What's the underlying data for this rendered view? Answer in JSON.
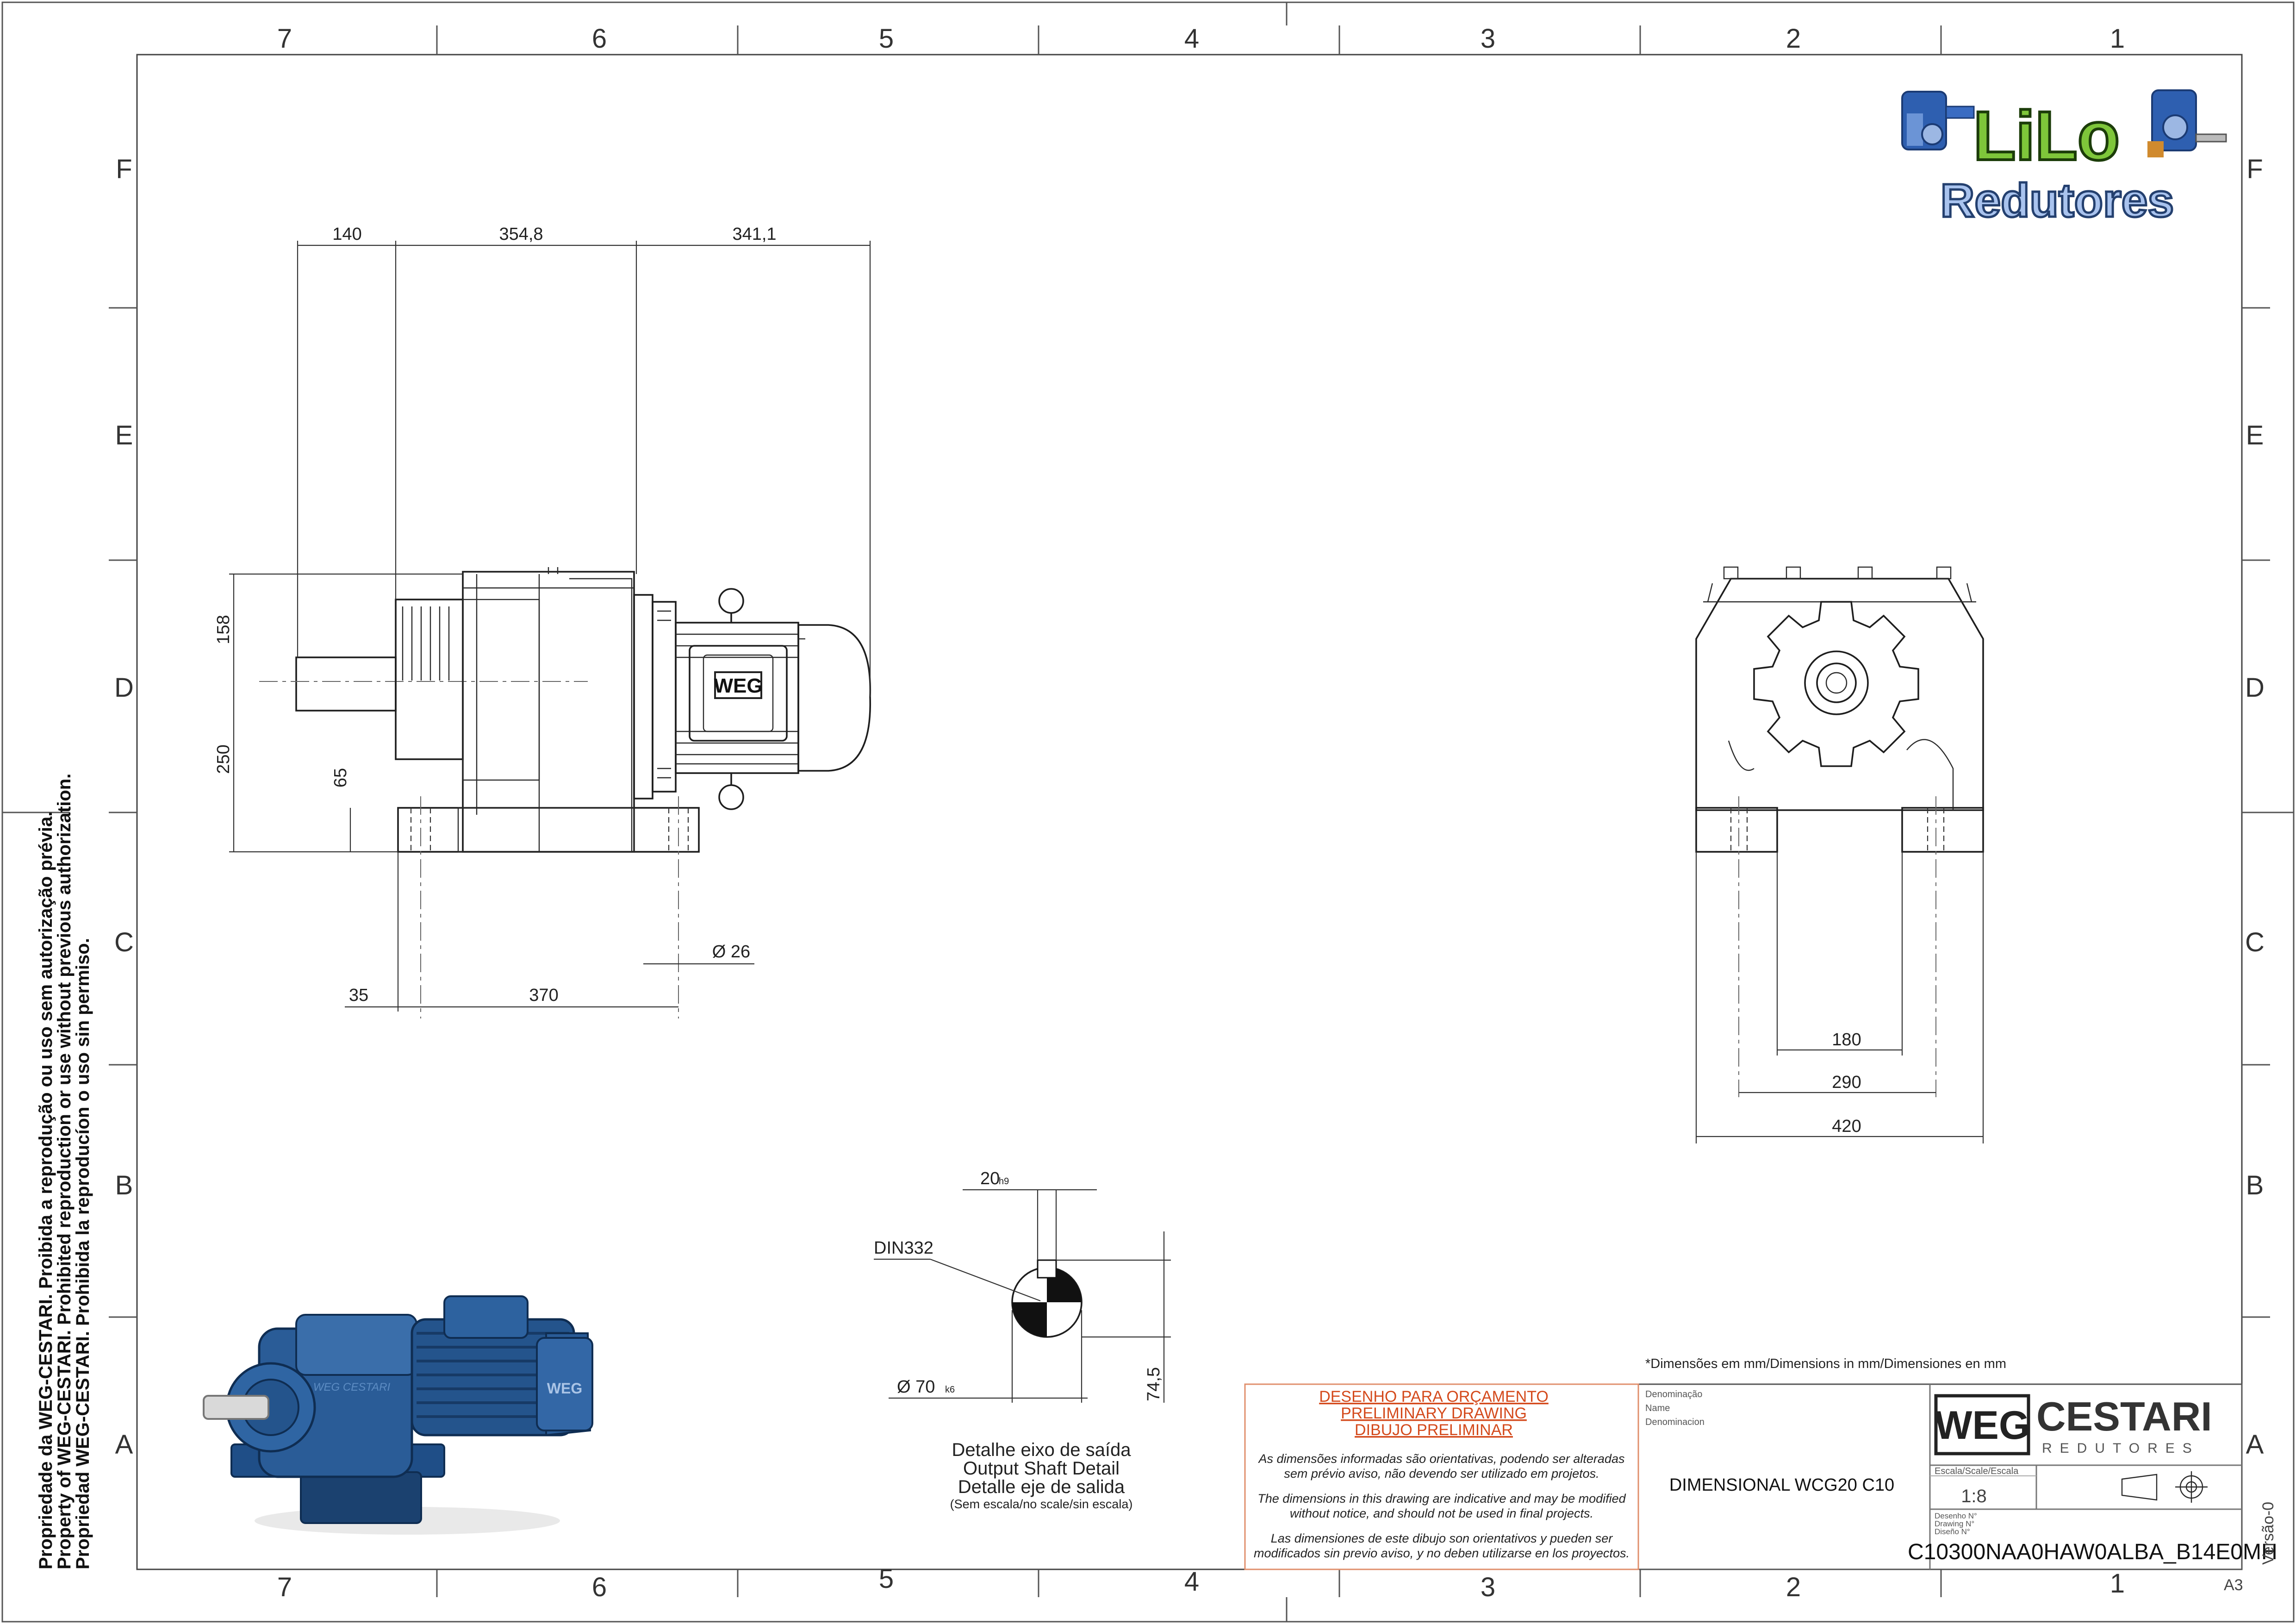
{
  "grid": {
    "columns": [
      "7",
      "6",
      "5",
      "4",
      "3",
      "2",
      "1"
    ],
    "rows": [
      "F",
      "E",
      "D",
      "C",
      "B",
      "A"
    ]
  },
  "brand": {
    "lilo_top": "LiLo",
    "lilo_bottom": "Redutores",
    "weg": "WEG",
    "cestari": "CESTARI",
    "cestari_sub": "REDUTORES",
    "motor_badge": "WEG",
    "model_label": "WEG CESTARI"
  },
  "side_notice": {
    "line1": "Propriedade da WEG-CESTARI. Proibida a reprodução ou uso sem autorização prévia.",
    "line2": "Property of WEG-CESTARI. Prohibited reproduction or use without previous authorization.",
    "line3": "Propriedad WEG-CESTARI. Prohibida la reproducíon o uso sin permiso."
  },
  "dimensions": {
    "side_view": {
      "top_140": "140",
      "top_354": "354,8",
      "top_341": "341,1",
      "left_158": "158",
      "left_250": "250",
      "left_65": "65",
      "bottom_35": "35",
      "bottom_370": "370",
      "hole_26": "Ø 26"
    },
    "end_view": {
      "d180": "180",
      "d290": "290",
      "d420": "420"
    },
    "shaft_detail": {
      "key_width": "20",
      "key_tol": "h9",
      "din": "DIN332",
      "diameter": "Ø 70",
      "diam_tol": "k6",
      "height": "74,5",
      "title_pt": "Detalhe eixo de saída",
      "title_en": "Output Shaft Detail",
      "title_es": "Detalle eje de salida",
      "scale_note": "(Sem escala/no scale/sin escala)"
    }
  },
  "units_note": "*Dimensões em mm/Dimensions in mm/Dimensiones en mm",
  "title_block": {
    "preliminary_pt": "DESENHO PARA ORÇAMENTO",
    "preliminary_en": "PRELIMINARY DRAWING",
    "preliminary_es": "DIBUJO PRELIMINAR",
    "note_pt_1": "As dimensões informadas são orientativas, podendo ser alteradas",
    "note_pt_2": "sem prévio aviso, não devendo ser utilizado em projetos.",
    "note_en_1": "The dimensions in this drawing are indicative and may be modified",
    "note_en_2": "without notice, and should not be used in final projects.",
    "note_es_1": "Las dimensiones de este dibujo son orientativos y pueden ser",
    "note_es_2": "modificados sin previo aviso, y no deben utilizarse en los proyectos.",
    "name_label_pt": "Denominação",
    "name_label_en": "Name",
    "name_label_es": "Denominacion",
    "name_value": "DIMENSIONAL WCG20 C10",
    "scale_label": "Escala/Scale/Escala",
    "scale_value": "1:8",
    "drawing_no_pt": "Desenho N°",
    "drawing_no_en": "Drawing N°",
    "drawing_no_es": "Diseño N°",
    "drawing_no": "C10300NAA0HAW0ALBA_B14E0MH",
    "version": "Versão-0",
    "sheet_size": "A3"
  }
}
